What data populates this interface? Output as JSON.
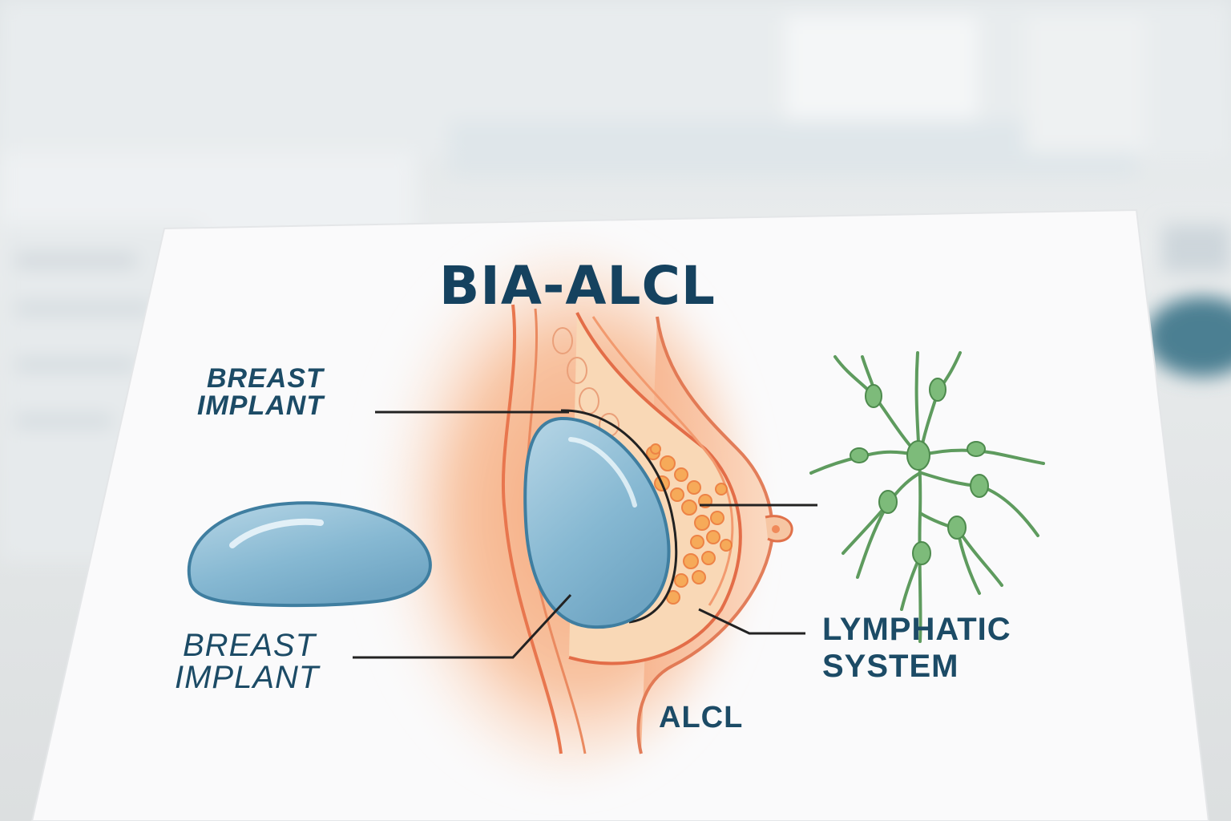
{
  "diagram": {
    "title": "BIA-ALCL",
    "labels": {
      "implant_top": [
        "BREAST",
        "IMPLANT"
      ],
      "implant_bottom": [
        "BREAST",
        "IMPLANT"
      ],
      "lymphatic": [
        "LYMPHATIC",
        "SYSTEM"
      ],
      "alcl": "ALCL"
    }
  },
  "colors": {
    "title": "#15425f",
    "label": "#1c4b66",
    "implant": "#7fb3cf",
    "tissue": "#f08a5a",
    "fat": "#f5a04a",
    "lymph": "#5e9b5e",
    "leader_line": "#222222"
  }
}
